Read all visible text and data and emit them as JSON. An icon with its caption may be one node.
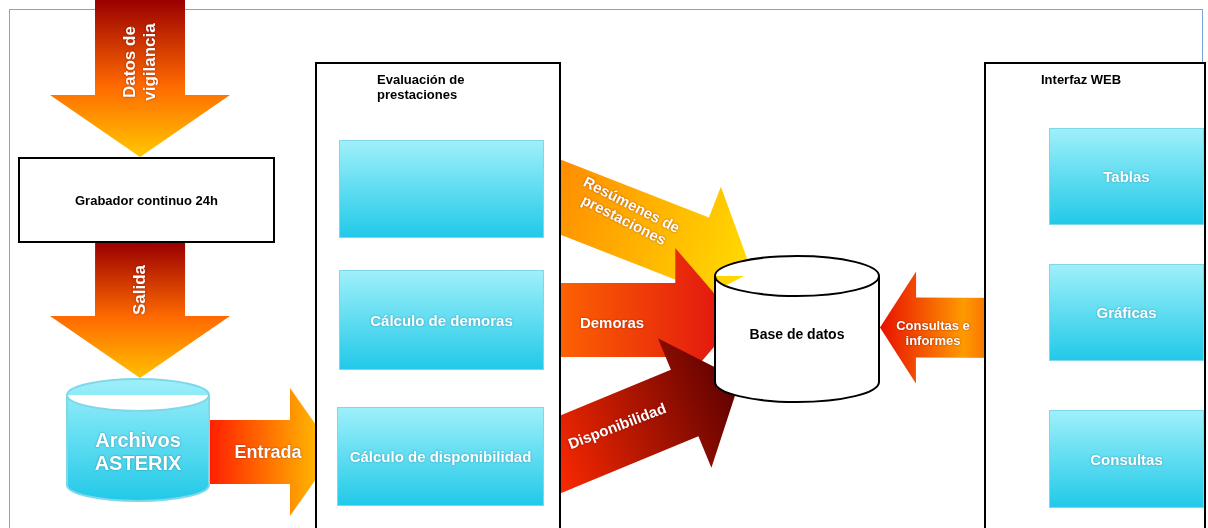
{
  "diagram": {
    "nodes": [
      {
        "text": [
          "Grabador continuo 24h"
        ]
      },
      {
        "text": [
          "Archivos ASTERIX"
        ]
      },
      {
        "text": [
          "Evaluación de prestaciones"
        ]
      },
      {
        "text": [],
        "shape": "box",
        "in": 2
      },
      {
        "text": [
          "Cálculo de demoras"
        ],
        "in": 2
      },
      {
        "text": [
          "Cálculo de disponibilidad"
        ],
        "in": 2
      },
      {
        "text": [
          "Base de datos"
        ]
      },
      {
        "text": [
          "Interfaz WEB"
        ]
      },
      {
        "text": [
          "Tablas"
        ],
        "in": 7
      },
      {
        "text": [
          "Gráficas"
        ],
        "in": 7
      },
      {
        "text": [
          "Consultas"
        ],
        "in": 7
      }
    ],
    "edges": [
      {
        "from": null,
        "to": 0,
        "arrow": "to",
        "label": "Datos de vigilancia"
      },
      {
        "from": 0,
        "to": 1,
        "arrow": "to",
        "label": "Salida"
      },
      {
        "from": 1,
        "to": 5,
        "arrow": "to",
        "label": "Entrada"
      },
      {
        "from": 3,
        "to": 6,
        "arrow": "to",
        "label": "Resúmenes de prestaciones"
      },
      {
        "from": 4,
        "to": 6,
        "arrow": "to",
        "label": "Demoras"
      },
      {
        "from": 5,
        "to": 6,
        "arrow": "to",
        "label": "Disponibilidad"
      },
      {
        "from": 6,
        "to": 9,
        "arrow": "both",
        "label": "Consultas e informes"
      }
    ]
  }
}
